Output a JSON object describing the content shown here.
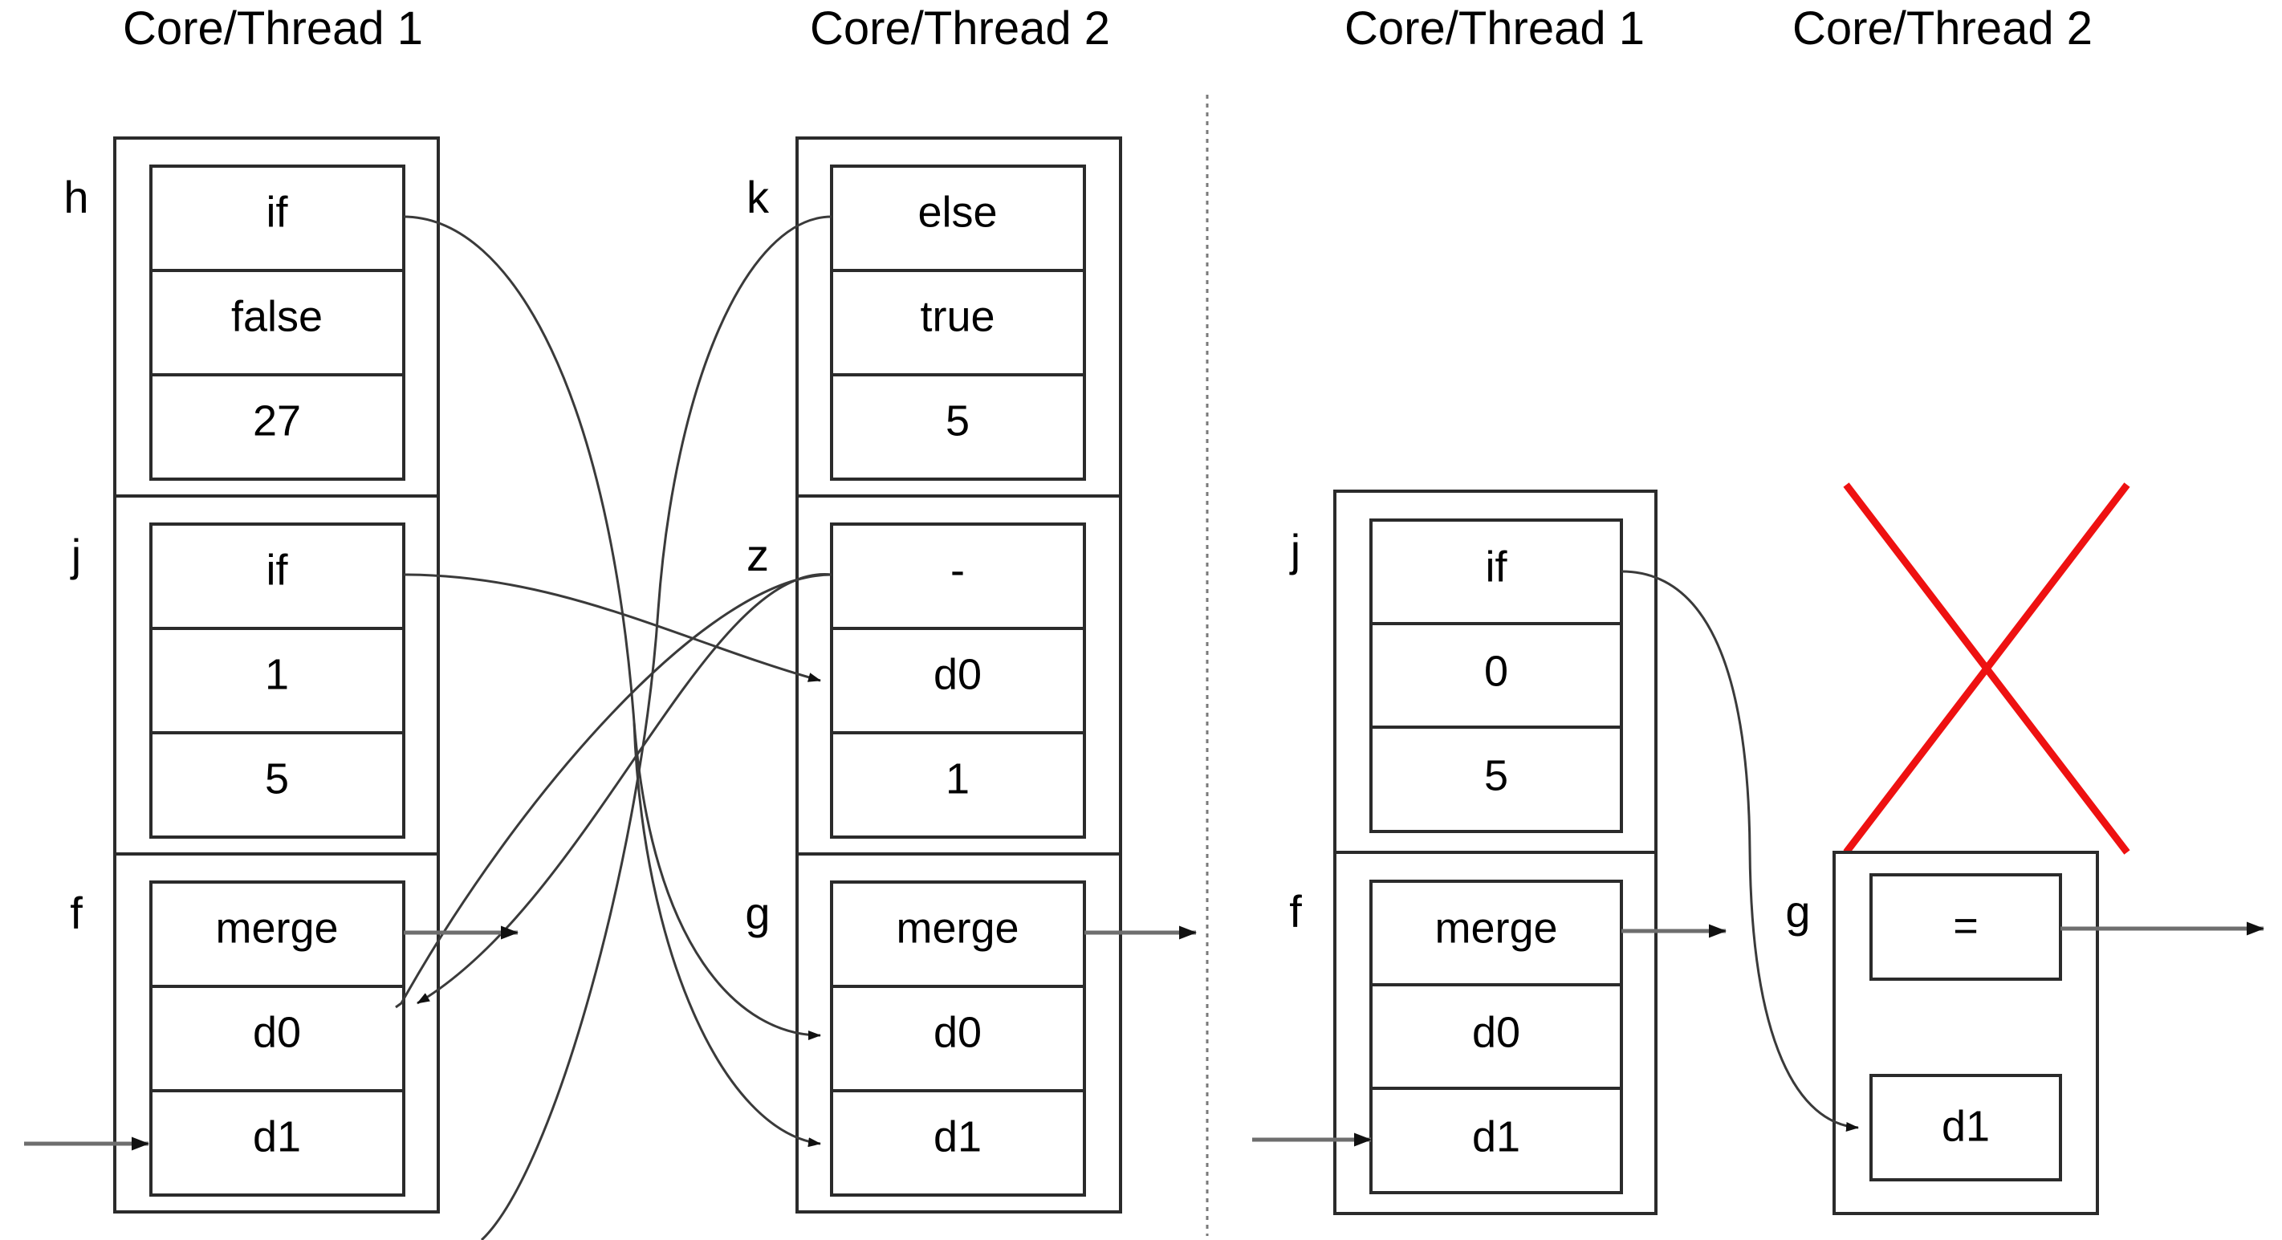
{
  "figure": {
    "title": "",
    "panels": [
      {
        "id": "left-panel",
        "columns": [
          {
            "header": "Core/Thread 1",
            "nodes": [
              {
                "label": "h",
                "slots": [
                  "if",
                  "false",
                  "27"
                ]
              },
              {
                "label": "j",
                "slots": [
                  "if",
                  "1",
                  "5"
                ]
              },
              {
                "label": "f",
                "slots": [
                  "merge",
                  "d0",
                  "d1"
                ]
              }
            ]
          },
          {
            "header": "Core/Thread 2",
            "nodes": [
              {
                "label": "k",
                "slots": [
                  "else",
                  "true",
                  "5"
                ]
              },
              {
                "label": "z",
                "slots": [
                  "-",
                  "d0",
                  "1"
                ]
              },
              {
                "label": "g",
                "slots": [
                  "merge",
                  "d0",
                  "d1"
                ]
              }
            ]
          }
        ]
      },
      {
        "id": "right-panel",
        "columns": [
          {
            "header": "Core/Thread 1",
            "nodes": [
              {
                "label": "j",
                "slots": [
                  "if",
                  "0",
                  "5"
                ]
              },
              {
                "label": "f",
                "slots": [
                  "merge",
                  "d0",
                  "d1"
                ]
              }
            ]
          },
          {
            "header": "Core/Thread 2",
            "nodes": [
              {
                "label": "g",
                "slots": [
                  "=",
                  "d1"
                ]
              }
            ],
            "annotation": "red-x-crossed-out"
          }
        ]
      }
    ],
    "colors": {
      "stroke": "#2b2b2b",
      "edge": "#3a3a3a",
      "edge_plain": "#6e6e6e",
      "invalid_mark": "#ee1111",
      "background": "#ffffff"
    }
  }
}
